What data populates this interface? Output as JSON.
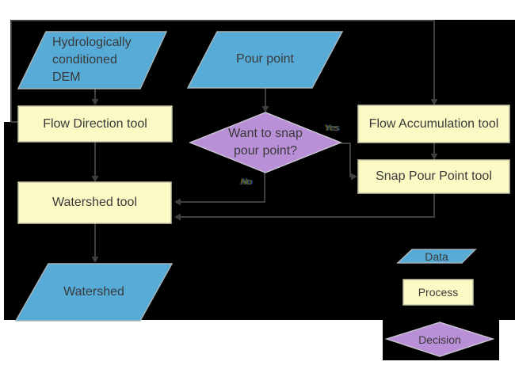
{
  "colors": {
    "background": "#000000",
    "page": "#ffffff",
    "data_fill": "#56abd7",
    "process_fill": "#fbf9c4",
    "decision_fill": "#b98fd7",
    "connector": "#3f3f3f",
    "text": "#3a3a3a"
  },
  "nodes": {
    "dem": {
      "label": "Hydrologically conditioned DEM",
      "type": "data"
    },
    "pour_point": {
      "label": "Pour point",
      "type": "data"
    },
    "flow_direction": {
      "label": "Flow Direction tool",
      "type": "process"
    },
    "flow_accumulation": {
      "label": "Flow Accumulation tool",
      "type": "process"
    },
    "snap_pour_point": {
      "label": "Snap Pour Point tool",
      "type": "process"
    },
    "decision": {
      "label": "Want to snap pour point?",
      "type": "decision"
    },
    "watershed_tool": {
      "label": "Watershed tool",
      "type": "process"
    },
    "watershed": {
      "label": "Watershed",
      "type": "data"
    }
  },
  "edge_labels": {
    "yes": "Yes",
    "no": "No"
  },
  "legend": {
    "data": "Data",
    "process": "Process",
    "decision": "Decision"
  }
}
